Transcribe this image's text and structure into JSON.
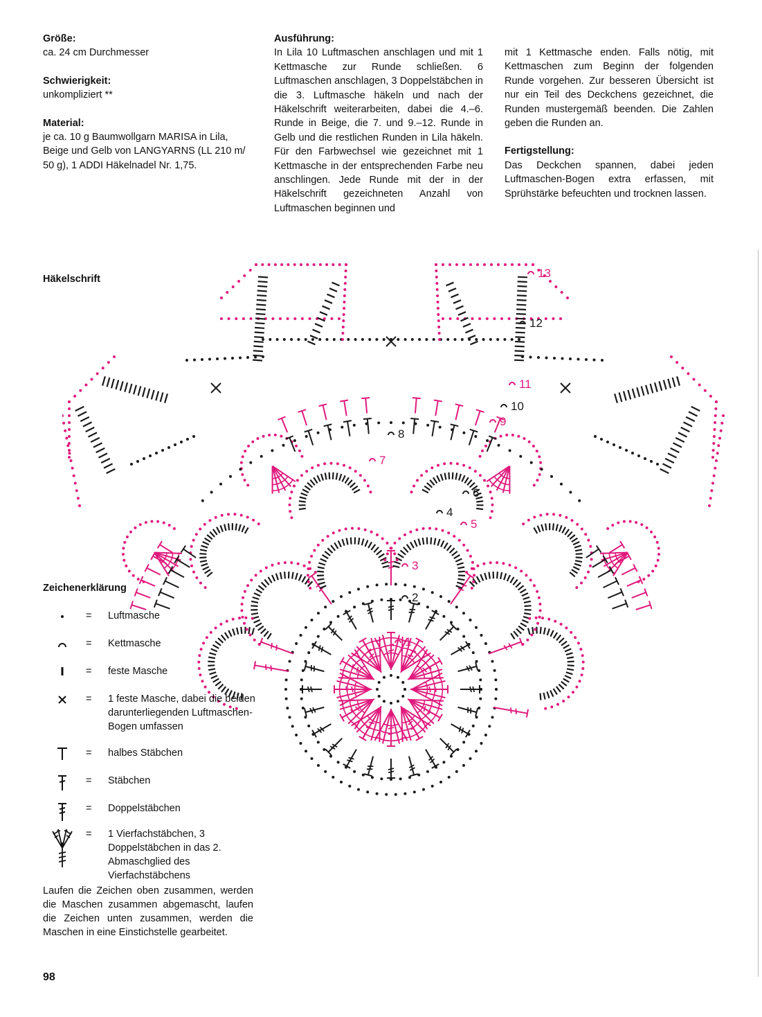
{
  "col1": {
    "size_heading": "Größe:",
    "size_text": "ca. 24 cm Durchmesser",
    "difficulty_heading": "Schwierigkeit:",
    "difficulty_text": "unkompliziert **",
    "material_heading": "Material:",
    "material_text": "je ca. 10 g Baumwollgarn MARISA in Lila, Beige und Gelb von LANGYARNS (LL 210 m/ 50 g), 1 ADDI Häkelnadel Nr. 1,75."
  },
  "col2": {
    "heading": "Ausführung:",
    "text": "In Lila 10 Luftmaschen anschlagen und mit 1 Kettmasche zur Runde schließen. 6 Luftmaschen anschlagen, 3 Doppelstäbchen in die 3. Luftmasche häkeln und nach der Häkelschrift weiterarbeiten, dabei die 4.–6. Runde in Beige, die 7. und 9.–12. Runde in Gelb und die restlichen Runden in Lila häkeln. Für den Farbwechsel wie gezeichnet mit 1 Kettmasche in der entsprechenden Farbe neu anschlingen. Jede Runde mit der in der Häkelschrift gezeichneten Anzahl von Luftmaschen beginnen und"
  },
  "col3": {
    "text": "mit 1 Kettmasche enden. Falls nötig, mit Kettmaschen zum Beginn der folgenden Runde vorgehen. Zur besseren Übersicht ist nur ein Teil des Deckchens gezeichnet, die Runden mustergemäß beenden. Die Zahlen geben die Runden an.",
    "finish_heading": "Fertigstellung:",
    "finish_text": "Das Deckchen spannen, dabei jeden Luftmaschen-Bogen extra erfassen, mit Sprühstärke befeuchten und trocknen lassen."
  },
  "chart_title": "Häkelschrift",
  "round_numbers": [
    {
      "label": "1",
      "color": "pink"
    },
    {
      "label": "2",
      "color": "black"
    },
    {
      "label": "3",
      "color": "pink"
    },
    {
      "label": "4",
      "color": "black"
    },
    {
      "label": "5",
      "color": "pink"
    },
    {
      "label": "6",
      "color": "black"
    },
    {
      "label": "7",
      "color": "pink"
    },
    {
      "label": "8",
      "color": "black"
    },
    {
      "label": "9",
      "color": "pink"
    },
    {
      "label": "10",
      "color": "black"
    },
    {
      "label": "11",
      "color": "pink"
    },
    {
      "label": "12",
      "color": "black"
    },
    {
      "label": "13",
      "color": "pink"
    }
  ],
  "colors": {
    "pink": "#e0197d",
    "black": "#1a1a1a"
  },
  "legend": {
    "title": "Zeichenerklärung",
    "equals": "=",
    "items": [
      {
        "icon": "dot-icon",
        "text": "Luftmasche"
      },
      {
        "icon": "arc-icon",
        "text": "Kettmasche"
      },
      {
        "icon": "bar-icon",
        "text": "feste Masche"
      },
      {
        "icon": "cross-icon",
        "text": "1 feste Masche, dabei die beiden darunterliegenden Luftmaschen-Bogen umfassen"
      },
      {
        "icon": "t-icon",
        "text": "halbes Stäbchen"
      },
      {
        "icon": "dagger-icon",
        "text": "Stäbchen"
      },
      {
        "icon": "double-dagger-icon",
        "text": "Doppelstäbchen"
      },
      {
        "icon": "cluster-icon",
        "text": "1 Vierfachstäbchen, 3 Doppelstäbchen in das 2. Abmaschglied des Vierfachstäbchens"
      }
    ]
  },
  "note": "Laufen die Zeichen oben zusammen, werden die Maschen zusammen abgemascht, laufen die Zeichen unten zusammen, werden die Maschen in eine Einstichstelle gearbeitet.",
  "page_number": "98"
}
